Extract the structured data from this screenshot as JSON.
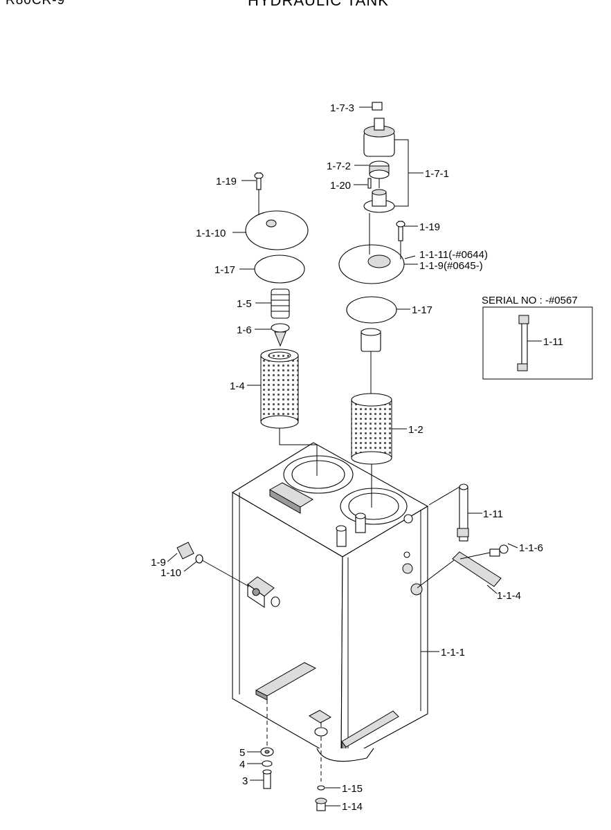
{
  "header": {
    "model": "R80CR-9",
    "title": "HYDRAULIC TANK"
  },
  "serial_box": {
    "caption": "SERIAL NO : -#0567",
    "part": "1-11"
  },
  "labels": {
    "p_1_7_3": "1-7-3",
    "p_1_7_2": "1-7-2",
    "p_1_7_1": "1-7-1",
    "p_1_20": "1-20",
    "p_1_19_left": "1-19",
    "p_1_19_right": "1-19",
    "p_1_1_10": "1-1-10",
    "p_1_1_11": "1-1-11(-#0644)",
    "p_1_1_9": "1-1-9(#0645-)",
    "p_1_17_left": "1-17",
    "p_1_17_right": "1-17",
    "p_1_5": "1-5",
    "p_1_6": "1-6",
    "p_1_4": "1-4",
    "p_1_2": "1-2",
    "p_1_11": "1-11",
    "p_1_1_6": "1-1-6",
    "p_1_1_4": "1-1-4",
    "p_1_9": "1-9",
    "p_1_10": "1-10",
    "p_1_1_1": "1-1-1",
    "p_5": "5",
    "p_4": "4",
    "p_3": "3",
    "p_1_15": "1-15",
    "p_1_14": "1-14"
  }
}
